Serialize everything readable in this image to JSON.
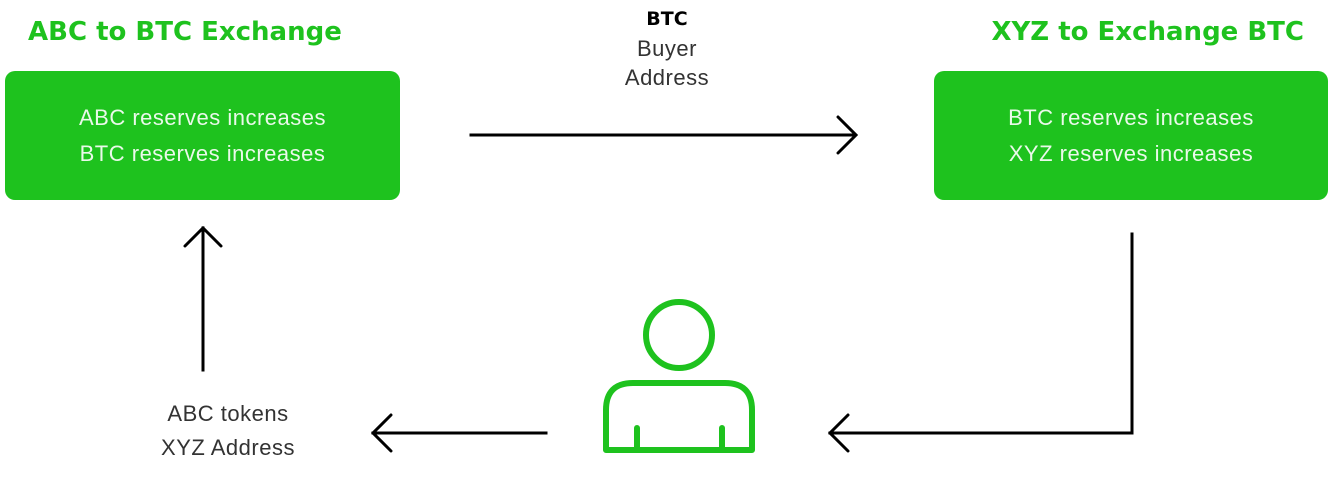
{
  "left_exchange": {
    "title": "ABC to BTC Exchange",
    "lines": [
      "ABC reserves increases",
      "BTC reserves increases"
    ]
  },
  "right_exchange": {
    "title": "XYZ to Exchange BTC",
    "lines": [
      "BTC reserves increases",
      "XYZ reserves increases"
    ]
  },
  "top_transfer": {
    "asset": "BTC",
    "lines": [
      "Buyer",
      "Address"
    ]
  },
  "bottom_transfer": {
    "lines": [
      "ABC tokens",
      "XYZ Address"
    ]
  },
  "colors": {
    "accent_green": "#1ec21e",
    "arrow": "#000000"
  },
  "icons": {
    "user": "user-icon"
  }
}
